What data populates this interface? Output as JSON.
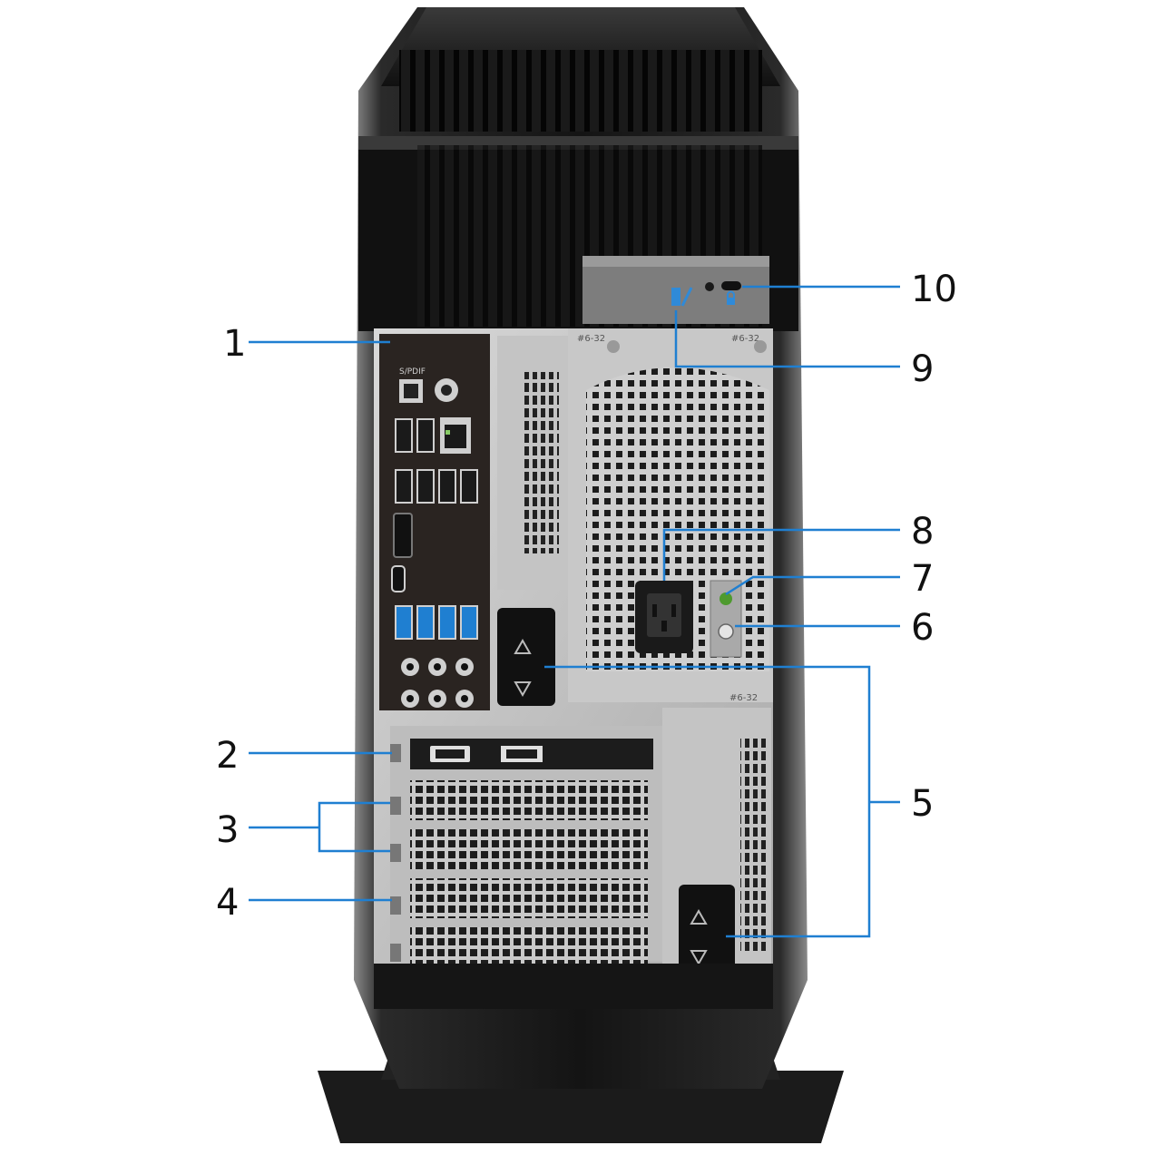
{
  "figure": {
    "type": "labeled-product-diagram",
    "subject": "desktop tower rear view",
    "accent_color": "#1f7fd1",
    "body_color": "#1a1a1a",
    "panel_color": "#b9b9b9",
    "callouts": [
      {
        "id": "1",
        "label": "1"
      },
      {
        "id": "2",
        "label": "2"
      },
      {
        "id": "3",
        "label": "3"
      },
      {
        "id": "4",
        "label": "4"
      },
      {
        "id": "5",
        "label": "5"
      },
      {
        "id": "6",
        "label": "6"
      },
      {
        "id": "7",
        "label": "7"
      },
      {
        "id": "8",
        "label": "8"
      },
      {
        "id": "9",
        "label": "9"
      },
      {
        "id": "10",
        "label": "10"
      }
    ],
    "port_labels": {
      "spdif": "S/PDIF",
      "psu_screw_top": "#6-32",
      "psu_screw_top_right": "#6-32",
      "psu_screw_bottom": "#6-32"
    },
    "icons": [
      "hdmi-port-icon",
      "displayport-icon",
      "usb-icon",
      "ethernet-port-icon",
      "audio-jack-icon",
      "lock-icon",
      "unlock-icon",
      "power-socket-icon",
      "security-slot-icon",
      "padlock-ring-icon"
    ]
  }
}
